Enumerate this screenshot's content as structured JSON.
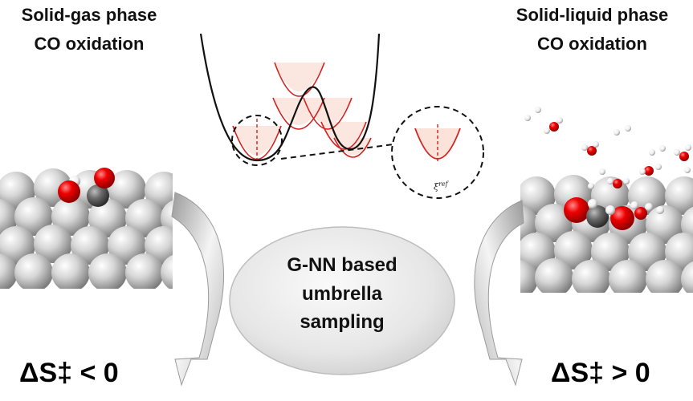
{
  "left_panel": {
    "title_line1": "Solid-gas phase",
    "title_line2": "CO oxidation",
    "entropy_label": "ΔS‡ < 0"
  },
  "right_panel": {
    "title_line1": "Solid-liquid phase",
    "title_line2": "CO oxidation",
    "entropy_label": "ΔS‡ > 0"
  },
  "center": {
    "line1": "G-NN based",
    "line2": "umbrella",
    "line3": "sampling"
  },
  "inset": {
    "reaction_coordinate_symbol": "ξ",
    "reaction_coordinate_superscript": "ref"
  },
  "colors": {
    "pt_atom": "#c9c9c9",
    "oxygen": "#e00000",
    "carbon": "#6a6a6a",
    "hydrogen": "#f2f2f2",
    "bias_curve": "#d42020",
    "bias_fill": "#fbe3da",
    "arrow_gray": "#9a9a9a"
  }
}
